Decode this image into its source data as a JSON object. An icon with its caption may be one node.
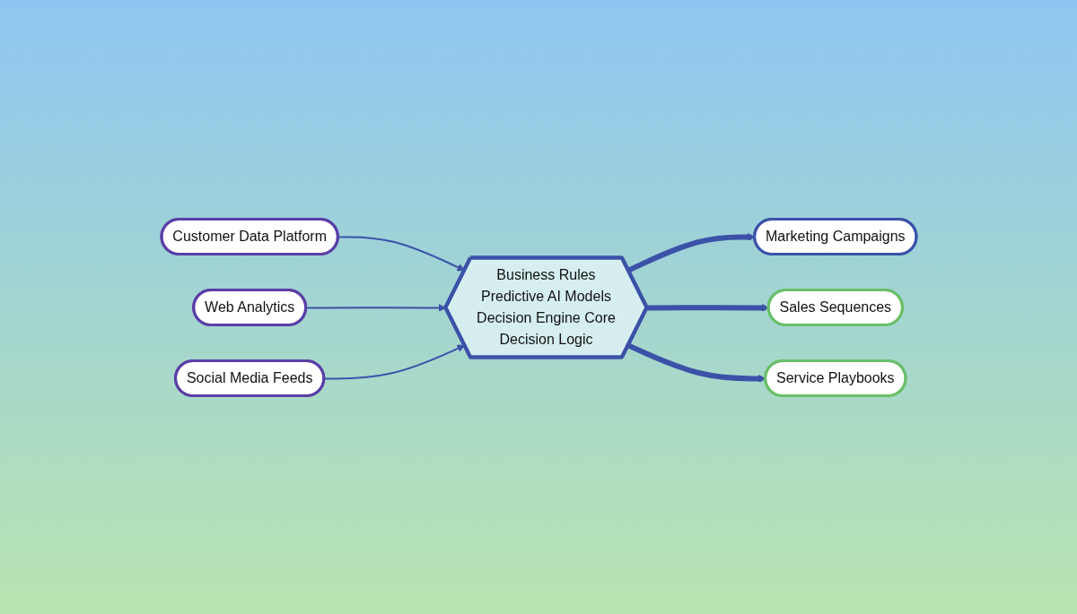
{
  "diagram": {
    "nodes": [
      {
        "text": [
          "Customer Data Platform"
        ]
      },
      {
        "text": [
          "Web Analytics"
        ]
      },
      {
        "text": [
          "Social Media Feeds"
        ]
      },
      {
        "text": [
          "Business Rules",
          "Predictive AI Models",
          "Decision Engine Core",
          "Decision Logic"
        ]
      },
      {
        "text": [
          "Marketing Campaigns"
        ]
      },
      {
        "text": [
          "Sales Sequences"
        ]
      },
      {
        "text": [
          "Service Playbooks"
        ]
      }
    ],
    "edges": [
      {
        "from": 0,
        "to": 3,
        "arrow": "to"
      },
      {
        "from": 1,
        "to": 3,
        "arrow": "to"
      },
      {
        "from": 2,
        "to": 3,
        "arrow": "to"
      },
      {
        "from": 3,
        "to": 4,
        "arrow": "to",
        "style": "thick"
      },
      {
        "from": 3,
        "to": 5,
        "arrow": "to",
        "style": "thick"
      },
      {
        "from": 3,
        "to": 6,
        "arrow": "to",
        "style": "thick"
      }
    ]
  }
}
